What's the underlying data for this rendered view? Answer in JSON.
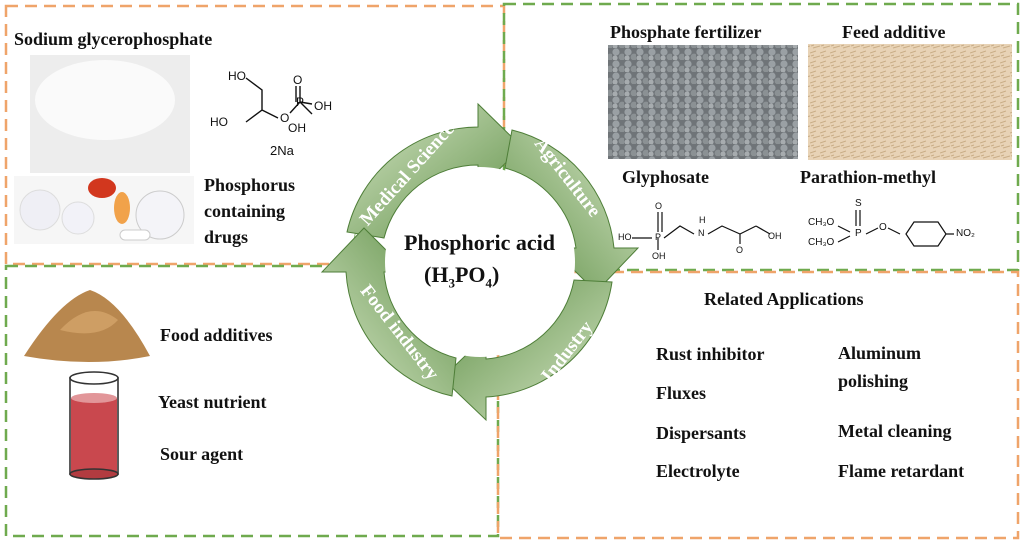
{
  "center": {
    "title": "Phosphoric acid",
    "formula_pre": "(H",
    "sub1": "3",
    "formula_mid": "PO",
    "sub2": "4",
    "formula_post": ")"
  },
  "cycle": {
    "medical": "Medical Science",
    "agriculture": "Agriculture",
    "industry": "Industry",
    "food": "Food industry"
  },
  "medical": {
    "header": "Sodium glycerophosphate",
    "drugs": [
      "Phosphorus",
      "containing",
      "drugs"
    ],
    "struct": {
      "ho1": "HO",
      "ho2": "HO",
      "o": "O",
      "p": "P",
      "oh1": "OH",
      "oh2": "OH",
      "o_top": "O",
      "na": "2Na"
    }
  },
  "agriculture": {
    "fertilizer": "Phosphate fertilizer",
    "feed": "Feed additive",
    "glyphosate": "Glyphosate",
    "parathion": "Parathion-methyl",
    "gly_struct": {
      "ho_p": "HO",
      "p": "P",
      "o_top": "O",
      "oh": "OH",
      "n": "N",
      "h": "H",
      "o_acid": "O",
      "oh_acid": "OH"
    },
    "para_struct": {
      "ch3o1": "CH₃O",
      "ch3o2": "CH₃O",
      "p": "P",
      "s": "S",
      "o": "O",
      "no2": "NO₂"
    }
  },
  "food": {
    "items": [
      "Food additives",
      "Yeast nutrient",
      "Sour agent"
    ]
  },
  "industry": {
    "title": "Related Applications",
    "col1": [
      "Rust inhibitor",
      "Fluxes",
      "Dispersants",
      "Electrolyte"
    ],
    "col2_a": [
      "Aluminum",
      "polishing"
    ],
    "col2": [
      "Metal cleaning",
      "Flame retardant"
    ]
  },
  "colors": {
    "orange_border": "#EFA46A",
    "green_border": "#6FAA4E",
    "arrow_dark": "#5E8F46",
    "arrow_light": "#C9DDB6"
  }
}
